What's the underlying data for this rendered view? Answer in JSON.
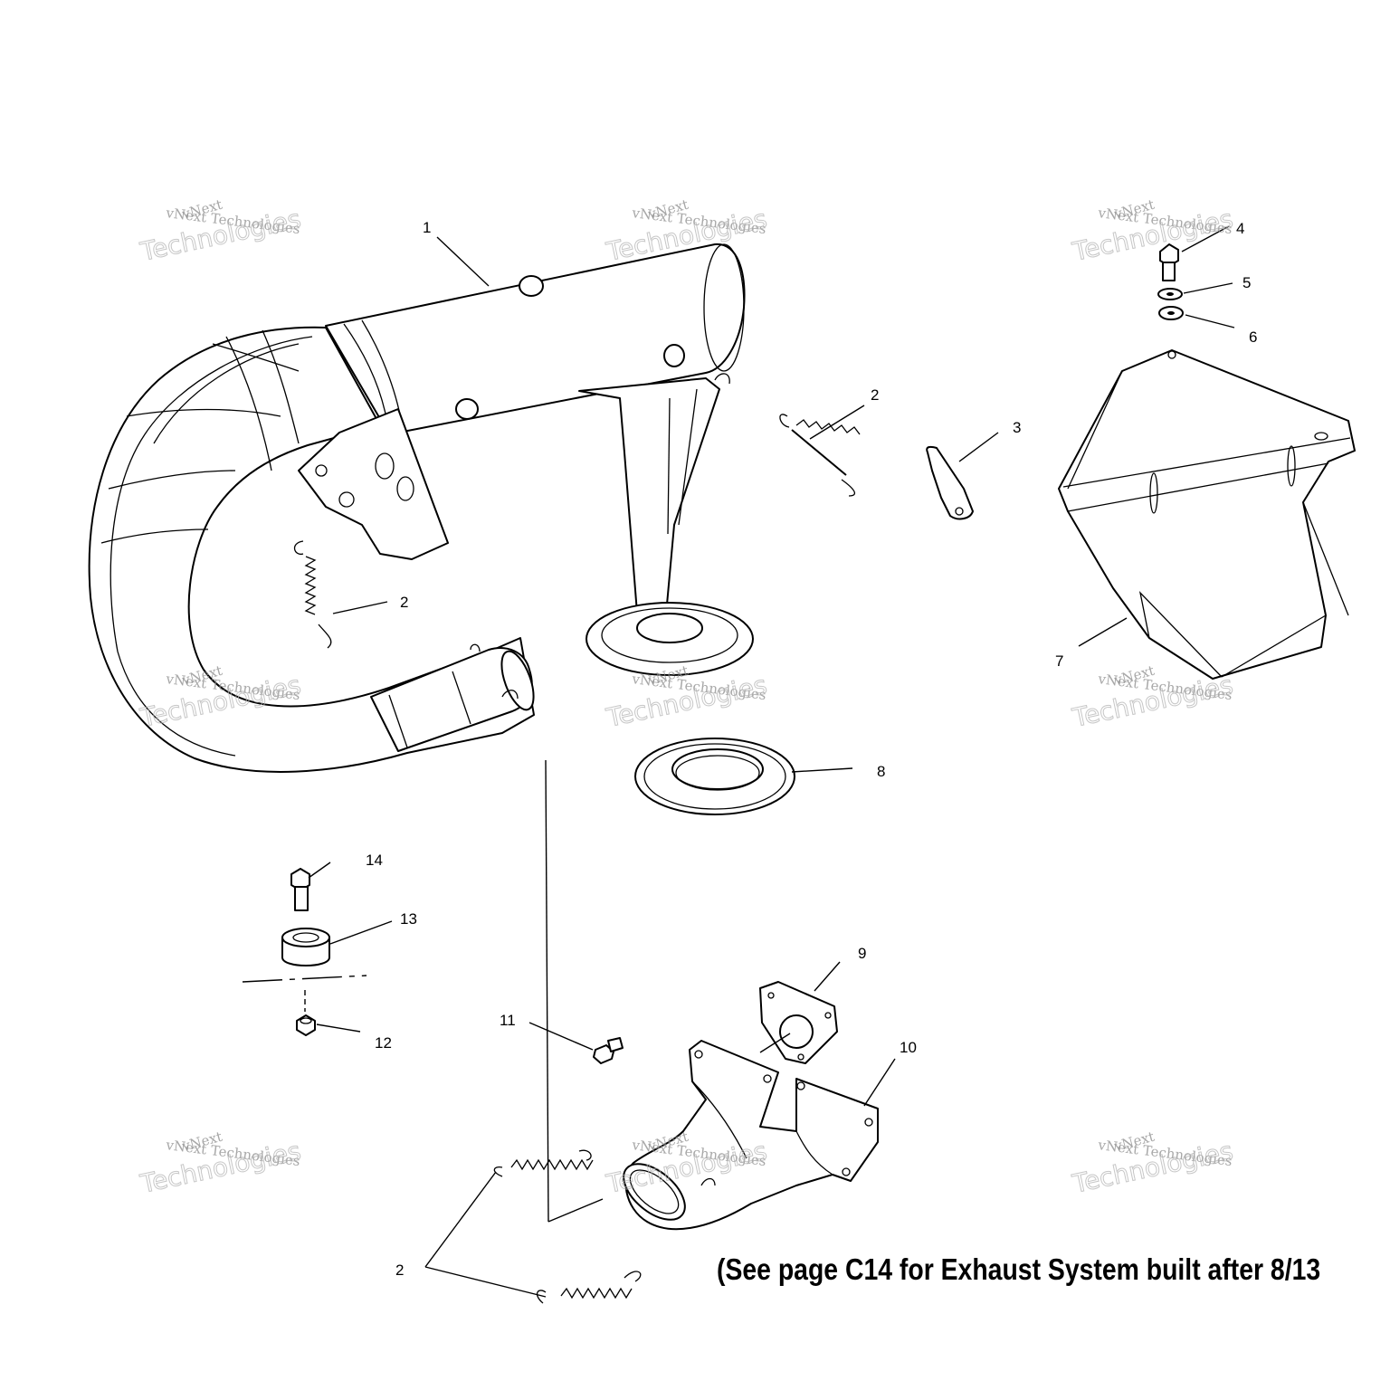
{
  "callouts": {
    "c1": "1",
    "c2a": "2",
    "c2b": "2",
    "c2c": "2",
    "c3": "3",
    "c4": "4",
    "c5": "5",
    "c6": "6",
    "c7": "7",
    "c8": "8",
    "c9": "9",
    "c10": "10",
    "c11": "11",
    "c12": "12",
    "c13": "13",
    "c14": "14"
  },
  "watermark": {
    "brand": "vNext Technologies",
    "line1": "vNext",
    "line2": "Technologies"
  },
  "note": "(See page C14 for Exhaust System built after 8/13"
}
